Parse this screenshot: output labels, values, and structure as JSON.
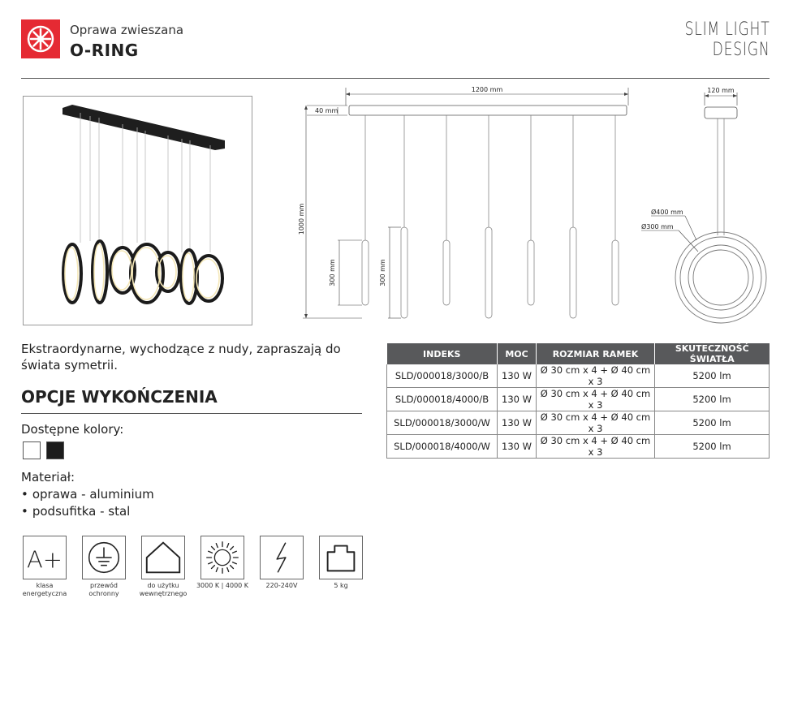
{
  "header": {
    "subtitle": "Oprawa zwieszana",
    "title": "O-RING",
    "brand_line1": "SLIM LIGHT",
    "brand_line2": "DESIGN"
  },
  "colors": {
    "logo_red": "#e52a33",
    "table_header": "#58595b",
    "swatch_white": "#ffffff",
    "swatch_black": "#1c1c1c"
  },
  "drawing": {
    "width_top": "1200 mm",
    "canopy_height": "40 mm",
    "total_height": "1000 mm",
    "ring_height_left": "300 mm",
    "ring_height_mid": "300 mm",
    "side_width": "120 mm",
    "diameter_large": "Ø400 mm",
    "diameter_small": "Ø300 mm"
  },
  "description": "Ekstraordynarne, wychodzące z nudy, zapraszają do świata symetrii.",
  "finish": {
    "title": "OPCJE WYKOŃCZENIA",
    "colors_label": "Dostępne kolory:",
    "material_label": "Materiał:",
    "materials": [
      "oprawa - aluminium",
      "podsufitka - stal"
    ]
  },
  "icons": [
    {
      "name": "energy-class-icon",
      "label": "A+",
      "caption": "klasa energetyczna"
    },
    {
      "name": "protective-earth-icon",
      "caption": "przewód ochronny"
    },
    {
      "name": "indoor-use-icon",
      "caption": "do użytku wewnętrznego"
    },
    {
      "name": "color-temperature-icon",
      "caption": "3000 K | 4000 K"
    },
    {
      "name": "voltage-icon",
      "caption": "220-240V"
    },
    {
      "name": "weight-icon",
      "caption": "5 kg"
    }
  ],
  "table": {
    "headers": [
      "INDEKS",
      "MOC",
      "ROZMIAR RAMEK",
      "SKUTECZNOŚĆ ŚWIATŁA"
    ],
    "rows": [
      [
        "SLD/000018/3000/B",
        "130 W",
        "Ø 30 cm x 4 + Ø 40 cm x 3",
        "5200 lm"
      ],
      [
        "SLD/000018/4000/B",
        "130 W",
        "Ø 30 cm x 4 + Ø 40 cm x 3",
        "5200 lm"
      ],
      [
        "SLD/000018/3000/W",
        "130 W",
        "Ø 30 cm x 4 + Ø 40 cm x 3",
        "5200 lm"
      ],
      [
        "SLD/000018/4000/W",
        "130 W",
        "Ø 30 cm x 4 + Ø 40 cm x 3",
        "5200 lm"
      ]
    ]
  }
}
